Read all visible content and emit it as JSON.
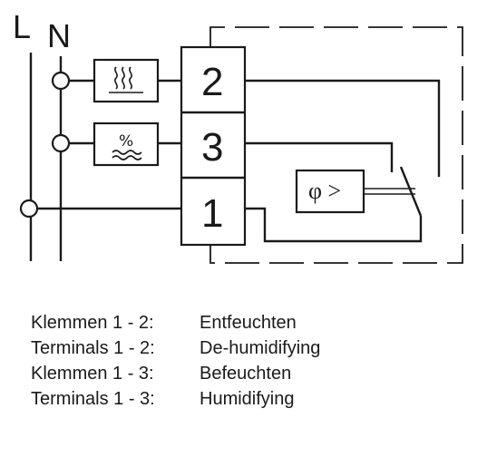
{
  "diagram": {
    "lines": {
      "L": "L",
      "N": "N"
    },
    "terminals": [
      "2",
      "3",
      "1"
    ],
    "sensor": "φ >",
    "dehumidify_icon": "heating-coil-icon",
    "humidify_icon": "humidity-percent-icon",
    "humidify_icon_text": "%"
  },
  "legend": [
    {
      "key": "Klemmen 1 - 2:",
      "value": "Entfeuchten"
    },
    {
      "key": "Terminals 1 - 2:",
      "value": "De-humidifying"
    },
    {
      "key": "Klemmen 1 - 3:",
      "value": "Befeuchten"
    },
    {
      "key": "Terminals 1 - 3:",
      "value": "Humidifying"
    }
  ]
}
